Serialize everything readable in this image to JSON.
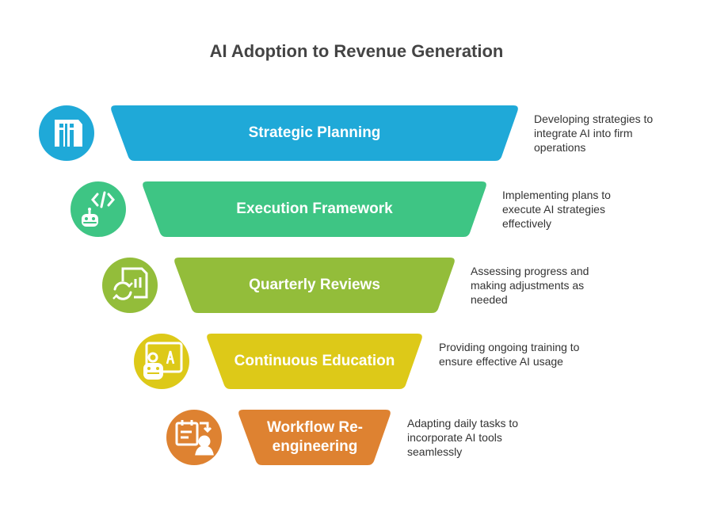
{
  "title": "AI Adoption to Revenue Generation",
  "stages": [
    {
      "label": "Strategic Planning",
      "description": "Developing strategies to integrate AI into firm operations",
      "color": "#1fa9d8",
      "icon": "building-icon"
    },
    {
      "label": "Execution Framework",
      "description": "Implementing plans to execute AI strategies effectively",
      "color": "#3ec584",
      "icon": "robot-code-icon"
    },
    {
      "label": "Quarterly Reviews",
      "description": "Assessing progress and making adjustments as needed",
      "color": "#93bd3a",
      "icon": "report-refresh-icon"
    },
    {
      "label": "Continuous Education",
      "description": "Providing ongoing training to ensure effective AI usage",
      "color": "#ddc918",
      "icon": "robot-teacher-icon"
    },
    {
      "label": "Workflow Re-engineering",
      "description": "Adapting daily tasks to incorporate AI tools seamlessly",
      "color": "#de8231",
      "icon": "calendar-person-icon"
    }
  ]
}
